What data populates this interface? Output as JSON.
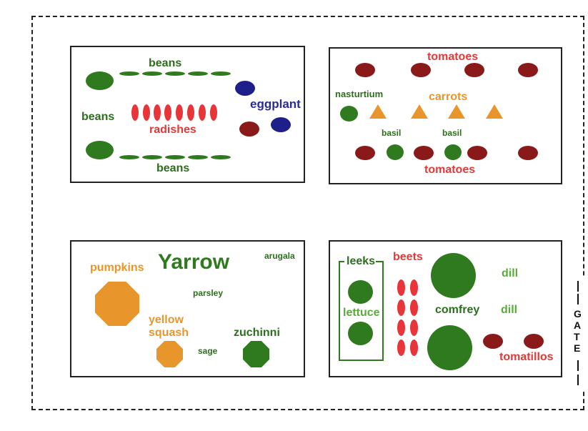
{
  "garden": {
    "gate_letters": [
      "G",
      "A",
      "T",
      "E"
    ]
  },
  "beds": {
    "top_left": {
      "beans_top": "beans",
      "beans_left": "beans",
      "beans_bottom": "beans",
      "radishes": "radishes",
      "eggplant": "eggplant"
    },
    "top_right": {
      "tomatoes_top": "tomatoes",
      "nasturtium": "nasturtium",
      "carrots": "carrots",
      "basil_1": "basil",
      "basil_2": "basil",
      "tomatoes_bottom": "tomatoes"
    },
    "bottom_left": {
      "yarrow": "Yarrow",
      "pumpkins": "pumpkins",
      "arugala": "arugala",
      "parsley": "parsley",
      "yellow_squash_1": "yellow",
      "yellow_squash_2": "squash",
      "zuchinni": "zuchinni",
      "sage": "sage"
    },
    "bottom_right": {
      "leeks": "leeks",
      "lettuce": "lettuce",
      "beets": "beets",
      "comfrey": "comfrey",
      "dill_1": "dill",
      "dill_2": "dill",
      "tomatillos": "tomatillos"
    }
  },
  "colors": {
    "green": "#2f7a1f",
    "dark_green_text": "#2d6e1e",
    "light_green_text": "#5aab3a",
    "red_text": "#e03a3a",
    "radish_red": "#e8353a",
    "tomato": "#8a1a1a",
    "orange": "#e8962c",
    "eggplant": "#1f1f8a"
  }
}
